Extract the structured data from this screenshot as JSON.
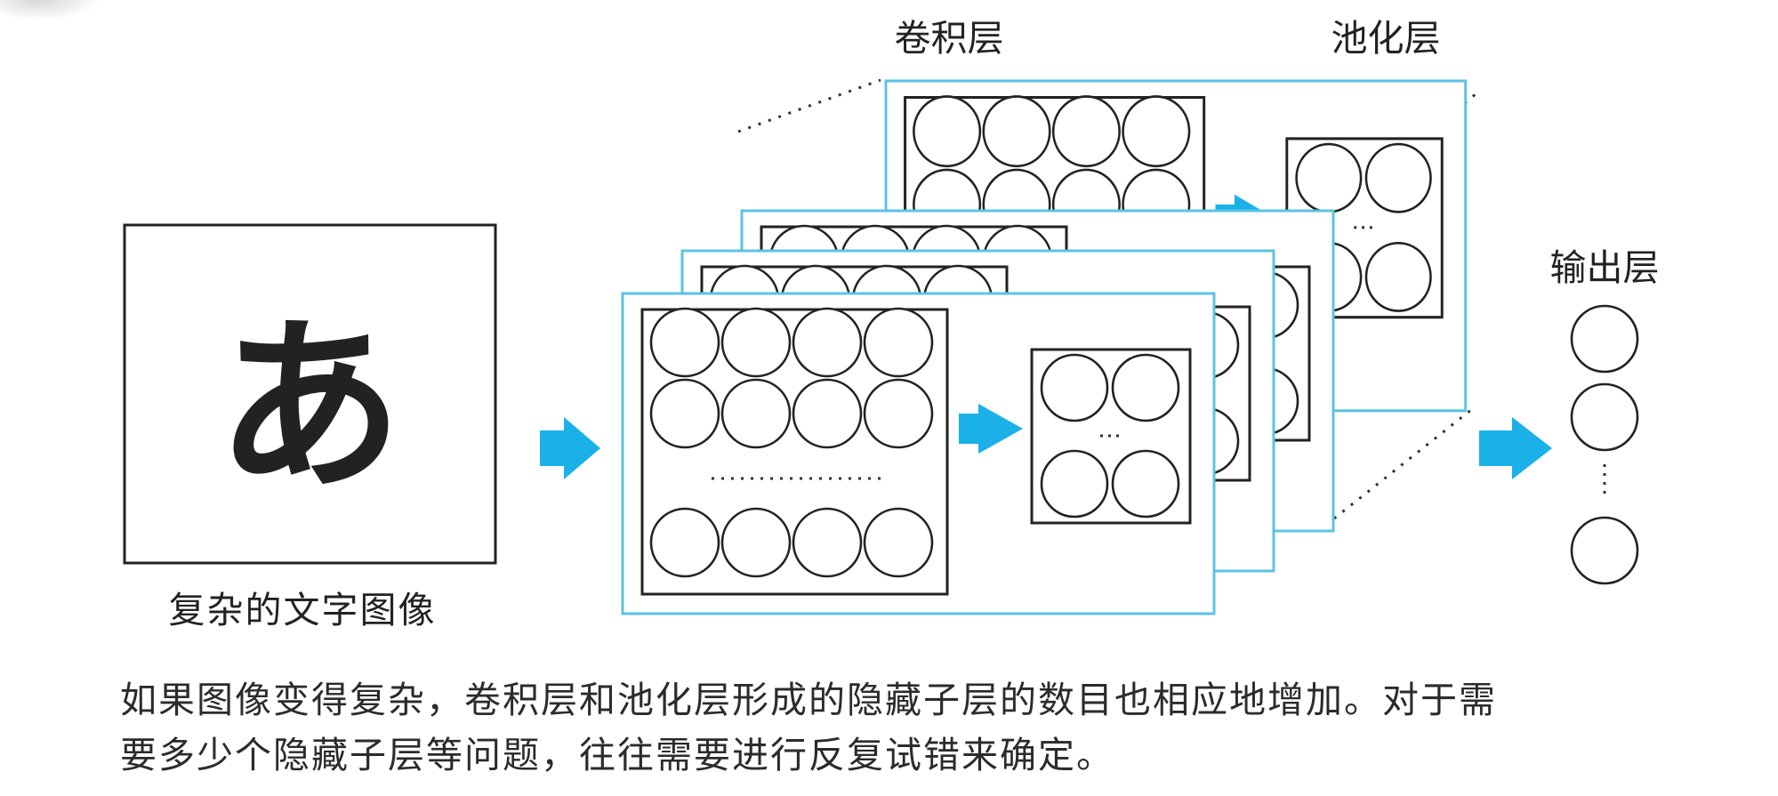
{
  "labels": {
    "conv_layer": "卷积层",
    "pool_layer": "池化层",
    "output_layer": "输出层",
    "input_caption": "复杂的文字图像",
    "input_char": "あ",
    "dots": "···"
  },
  "description": {
    "line1": "如果图像变得复杂，卷积层和池化层形成的隐藏子层的数目也相应地增加。对于需",
    "line2": "要多少个隐藏子层等问题，往往需要进行反复试错来确定。"
  },
  "colors": {
    "accent": "#1ab0e8",
    "frame": "#5bc3e3",
    "stroke": "#222222"
  }
}
